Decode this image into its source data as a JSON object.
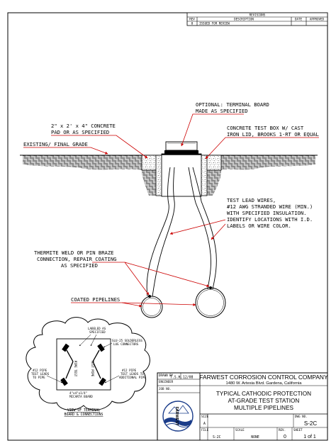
{
  "revisions": {
    "title": "REVISIONS",
    "headers": [
      "REV",
      "DESCRIPTION",
      "DATE",
      "APPROVED"
    ],
    "rows": [
      {
        "rev": "0",
        "description": "ISSUED FOR REVIEW",
        "date": "",
        "approved": ""
      }
    ]
  },
  "callouts": {
    "terminal_board": [
      "OPTIONAL: TERMINAL BOARD",
      "MADE AS SPECIFIED"
    ],
    "concrete_pad": [
      "2\" x 2' x 4\" CONCRETE",
      "PAD OR AS SPECIFIED"
    ],
    "test_box": [
      "CONCRETE TEST BOX W/ CAST",
      "IRON LID, BROOKS 1-RT OR EQUAL"
    ],
    "grade": [
      "EXISTING/ FINAL GRADE"
    ],
    "test_lead_wires": [
      "TEST LEAD WIRES,",
      "#12 AWG STRANDED WIRE (MIN.)",
      "WITH SPECIFIED INSULATION.",
      "IDENTIFY LOCATIONS WITH I.D.",
      "LABELS OR WIRE COLOR."
    ],
    "thermite_weld": [
      "THERMITE WELD OR PIN BRAZE",
      "CONNECTION, REPAIR COATING",
      "AS SPECIFIED"
    ],
    "coated_pipelines": [
      "COATED PIPELINES"
    ]
  },
  "terminal_detail": {
    "labeled_as": [
      "LABELED AS",
      "SPECIFIED"
    ],
    "lug_connectors": [
      "SLU-25 SOLDERLESS",
      "LUG CONNECTORS"
    ],
    "pipe_test": "PIPE TEST",
    "test_pipe": "TEST PIPE",
    "left_leads": [
      "#12 PIPE",
      "TEST LEADS",
      "TO PIPE"
    ],
    "right_leads": [
      "#12 PIPE",
      "TEST LEADS TO",
      "ADDITIONAL PIPE"
    ],
    "board": [
      "4\"x4\"x1/4\"",
      "MICARTA BOARD"
    ],
    "view_title": [
      "VIEW OF TERMINAL",
      "BOARD & CONNECTIONS"
    ]
  },
  "title_block": {
    "drawn_by_label": "DRAWN BY",
    "drawn_by": "T.S.H.",
    "drawn_date": "12/08",
    "engineer_label": "ENGINEER",
    "job_no_label": "JOB NO.",
    "company": "FARWEST CORROSION CONTROL COMPANY",
    "address": "1480 W. Artesia Blvd. Gardena, California",
    "title_lines": [
      "TYPICAL CATHODIC PROTECTION",
      "AT-GRADE TEST STATION",
      "MULTIPLE PIPELINES"
    ],
    "logo_text": "FARWEST",
    "size_label": "SIZE",
    "size": "A",
    "dwg_no_label": "DWG NO.",
    "dwg_no": "S-2C",
    "file_label": "FILE",
    "file": "S-2C",
    "scale_label": "SCALE",
    "scale": "NONE",
    "rev_label": "REV.",
    "rev": "0",
    "sheet_label": "SHEET",
    "sheet": "1 of 1"
  }
}
